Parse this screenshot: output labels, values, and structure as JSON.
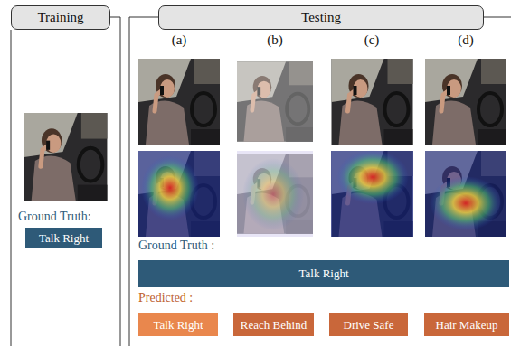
{
  "diagram": {
    "nodes": [
      {
        "text": [
          "Training"
        ]
      },
      {
        "text": [
          "Talk Right"
        ]
      },
      {
        "text": [
          "Testing"
        ]
      },
      {
        "text": [
          "Talk Right"
        ]
      },
      {
        "text": [
          "Talk Right"
        ]
      },
      {
        "text": [
          "Reach Behind"
        ]
      },
      {
        "text": [
          "Drive Safe"
        ]
      },
      {
        "text": [
          "Hair Makeup"
        ]
      }
    ],
    "labels": [
      "Ground Truth:",
      "(a)",
      "(b)",
      "(c)",
      "(d)",
      "Ground Truth :",
      "Predicted :"
    ]
  }
}
